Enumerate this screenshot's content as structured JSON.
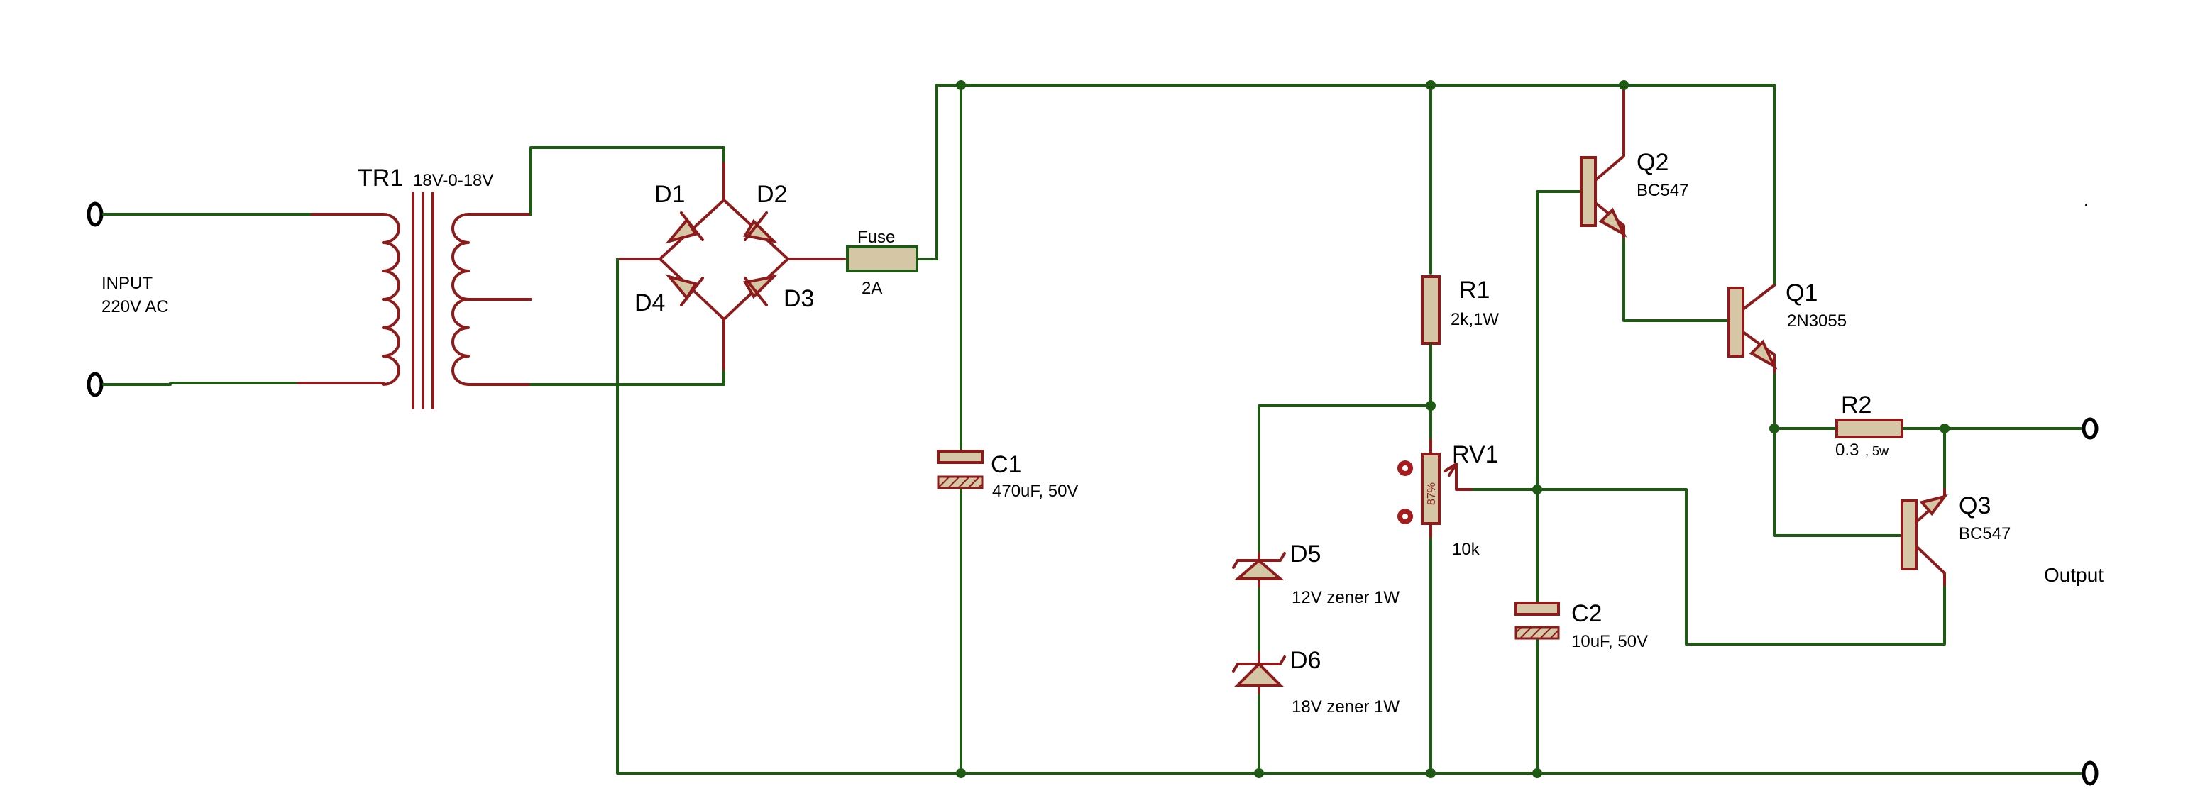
{
  "components": {
    "tr1": {
      "ref": "TR1",
      "value": "18V-0-18V"
    },
    "d1": {
      "ref": "D1"
    },
    "d2": {
      "ref": "D2"
    },
    "d3": {
      "ref": "D3"
    },
    "d4": {
      "ref": "D4"
    },
    "fuse": {
      "ref": "Fuse",
      "value": "2A"
    },
    "c1": {
      "ref": "C1",
      "value": "470uF, 50V"
    },
    "r1": {
      "ref": "R1",
      "value": "2k,1W"
    },
    "rv1": {
      "ref": "RV1",
      "value": "10k",
      "wiper": "87%"
    },
    "d5": {
      "ref": "D5",
      "value": "12V zener 1W"
    },
    "d6": {
      "ref": "D6",
      "value": "18V zener 1W"
    },
    "c2": {
      "ref": "C2",
      "value": "10uF, 50V"
    },
    "q2": {
      "ref": "Q2",
      "value": "BC547"
    },
    "q1": {
      "ref": "Q1",
      "value": "2N3055"
    },
    "r2": {
      "ref": "R2",
      "value": "0.3",
      "value_unit": ", 5w"
    },
    "q3": {
      "ref": "Q3",
      "value": "BC547"
    }
  },
  "labels": {
    "input_line1": "INPUT",
    "input_line2": "220V AC",
    "output": "Output",
    "stray_mark": "."
  },
  "colors": {
    "wire": "#1f5a14",
    "component": "#8e1b1b",
    "body_fill": "#d5c7a6"
  }
}
